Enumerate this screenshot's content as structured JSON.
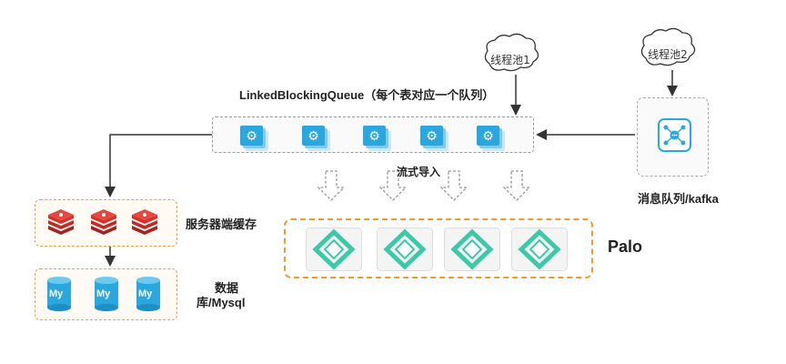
{
  "diagram": {
    "thread_pool_1": "线程池1",
    "thread_pool_2": "线程池2",
    "queue_label": "LinkedBlockingQueue（每个表对应一个队列）",
    "stream_import_label": "流式导入",
    "mq_label": "消息队列/kafka",
    "cache_label": "服务器端缓存",
    "db_label_line1": "数据",
    "db_label_line2": "库/Mysql",
    "palo_label": "Palo",
    "mysql_badge": "My",
    "colors": {
      "accent_blue": "#2aa7df",
      "redis_red": "#d6302b",
      "palo_green": "#3bc9a8",
      "dashed_orange": "#f29a2e"
    }
  }
}
